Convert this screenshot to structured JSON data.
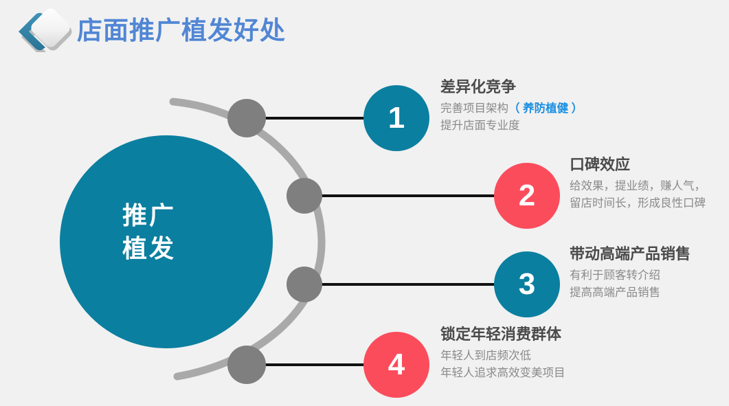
{
  "header": {
    "title": "店面推广植发好处",
    "logo_icon": "chevron-diamond-logo",
    "title_color": "#5186d4"
  },
  "hub": {
    "line1": "推广",
    "line2": "植发",
    "color": "#0b7fa0"
  },
  "colors": {
    "background": "#f1f1f1",
    "teal": "#0b7fa0",
    "coral": "#fb4c5c",
    "node_gray": "#808080",
    "arc_gray": "#a8a8a8",
    "connector_black": "#111111",
    "heading": "#4a4a4a",
    "body": "#8a8a8a",
    "highlight_blue": "#1b8fe0"
  },
  "items": [
    {
      "number": "1",
      "circle_color": "#0b7fa0",
      "heading": "差异化竞争",
      "line1_pre": "完善项目架构",
      "line1_highlight": "（ 养防植健 ）",
      "line2": "提升店面专业度"
    },
    {
      "number": "2",
      "circle_color": "#fb4c5c",
      "heading": "口碑效应",
      "line1": "给效果，提业绩，赚人气，",
      "line2": "留店时间长，形成良性口碑"
    },
    {
      "number": "3",
      "circle_color": "#0b7fa0",
      "heading": "带动高端产品销售",
      "line1": "有利于顾客转介绍",
      "line2": "提高高端产品销售"
    },
    {
      "number": "4",
      "circle_color": "#fb4c5c",
      "heading": "锁定年轻消费群体",
      "line1": "年轻人到店频次低",
      "line2": "年轻人追求高效变美项目"
    }
  ]
}
